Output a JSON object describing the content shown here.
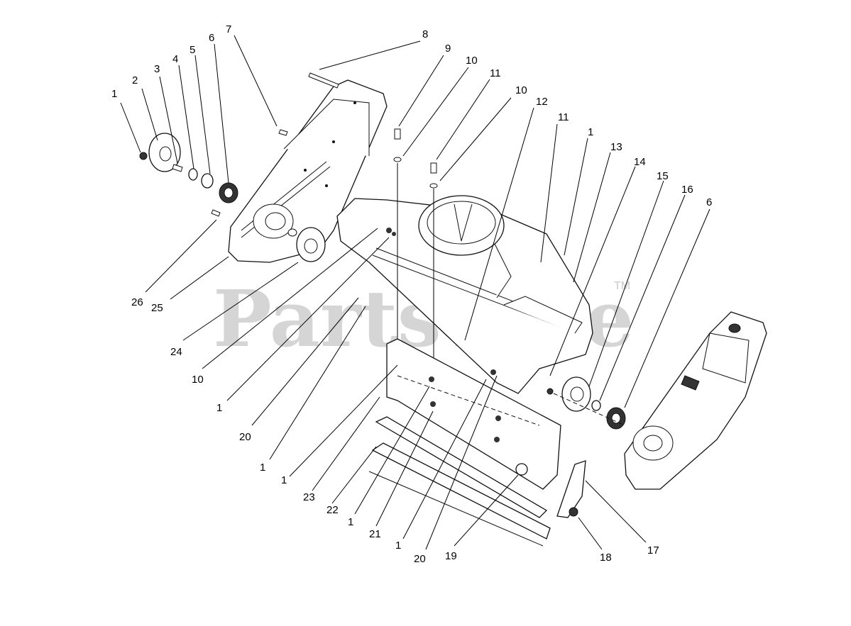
{
  "watermark": {
    "text": "PartsTree",
    "trademark": "TM"
  },
  "callouts": [
    {
      "id": "c1",
      "label": "1"
    },
    {
      "id": "c2",
      "label": "2"
    },
    {
      "id": "c3",
      "label": "3"
    },
    {
      "id": "c4",
      "label": "4"
    },
    {
      "id": "c5",
      "label": "5"
    },
    {
      "id": "c6",
      "label": "6"
    },
    {
      "id": "c7",
      "label": "7"
    },
    {
      "id": "c8",
      "label": "8"
    },
    {
      "id": "c9",
      "label": "9"
    },
    {
      "id": "c10",
      "label": "10"
    },
    {
      "id": "c11",
      "label": "11"
    },
    {
      "id": "c10b",
      "label": "10"
    },
    {
      "id": "c12",
      "label": "12"
    },
    {
      "id": "c11b",
      "label": "11"
    },
    {
      "id": "c1b",
      "label": "1"
    },
    {
      "id": "c13",
      "label": "13"
    },
    {
      "id": "c14",
      "label": "14"
    },
    {
      "id": "c15",
      "label": "15"
    },
    {
      "id": "c16",
      "label": "16"
    },
    {
      "id": "c6b",
      "label": "6"
    },
    {
      "id": "c26",
      "label": "26"
    },
    {
      "id": "c25",
      "label": "25"
    },
    {
      "id": "c24",
      "label": "24"
    },
    {
      "id": "c10c",
      "label": "10"
    },
    {
      "id": "c1c",
      "label": "1"
    },
    {
      "id": "c20",
      "label": "20"
    },
    {
      "id": "c1d",
      "label": "1"
    },
    {
      "id": "c1e",
      "label": "1"
    },
    {
      "id": "c23",
      "label": "23"
    },
    {
      "id": "c22",
      "label": "22"
    },
    {
      "id": "c1f",
      "label": "1"
    },
    {
      "id": "c21",
      "label": "21"
    },
    {
      "id": "c1g",
      "label": "1"
    },
    {
      "id": "c20b",
      "label": "20"
    },
    {
      "id": "c19",
      "label": "19"
    },
    {
      "id": "c18",
      "label": "18"
    },
    {
      "id": "c17",
      "label": "17"
    }
  ]
}
